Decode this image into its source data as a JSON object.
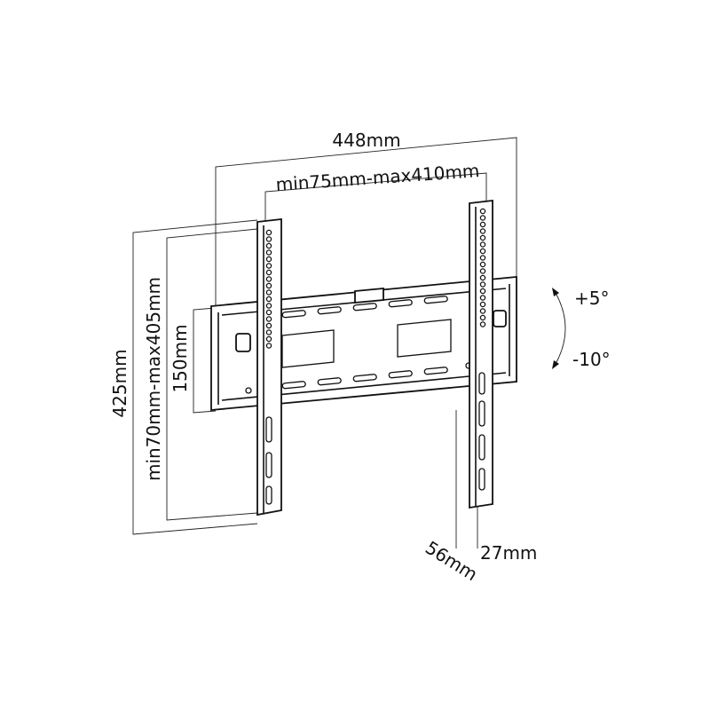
{
  "dimensions": {
    "overall_width": "448mm",
    "vesa_width_range": "min75mm-max410mm",
    "overall_height": "425mm",
    "vesa_height_range": "min70mm-max405mm",
    "wall_plate_height": "150mm",
    "depth_max": "56mm",
    "depth_min": "27mm"
  },
  "tilt": {
    "up": "+5°",
    "down": "-10°"
  }
}
